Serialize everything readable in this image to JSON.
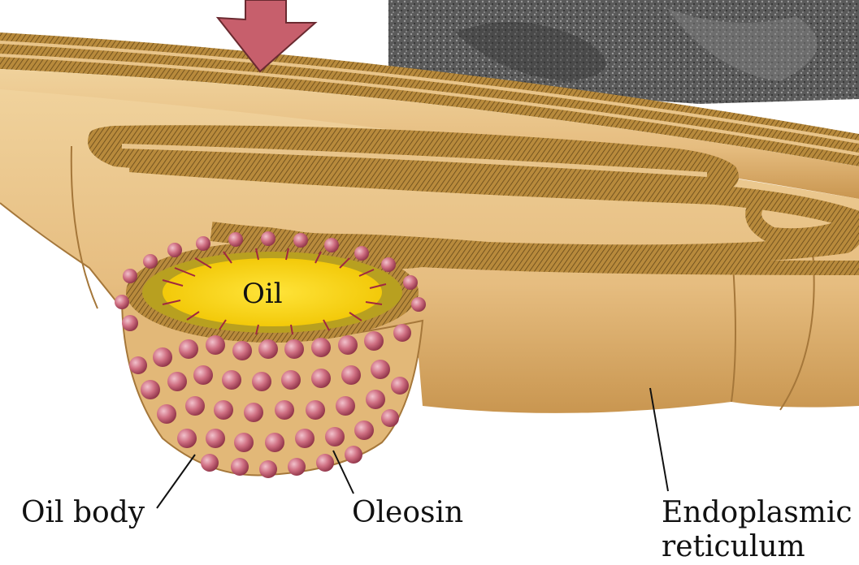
{
  "diagram": {
    "labels": {
      "oil": "Oil",
      "oil_body": "Oil body",
      "oleosin": "Oleosin",
      "er_line1": "Endoplasmic",
      "er_line2": "reticulum"
    },
    "colors": {
      "membrane": "#b88a3c",
      "lumen": "#e8c48a",
      "lumen_shadow": "#c99650",
      "oil": "#f5cf00",
      "oleosin": "#c45a6e",
      "arrow": "#c75f6c",
      "micrograph": "#555555"
    }
  }
}
